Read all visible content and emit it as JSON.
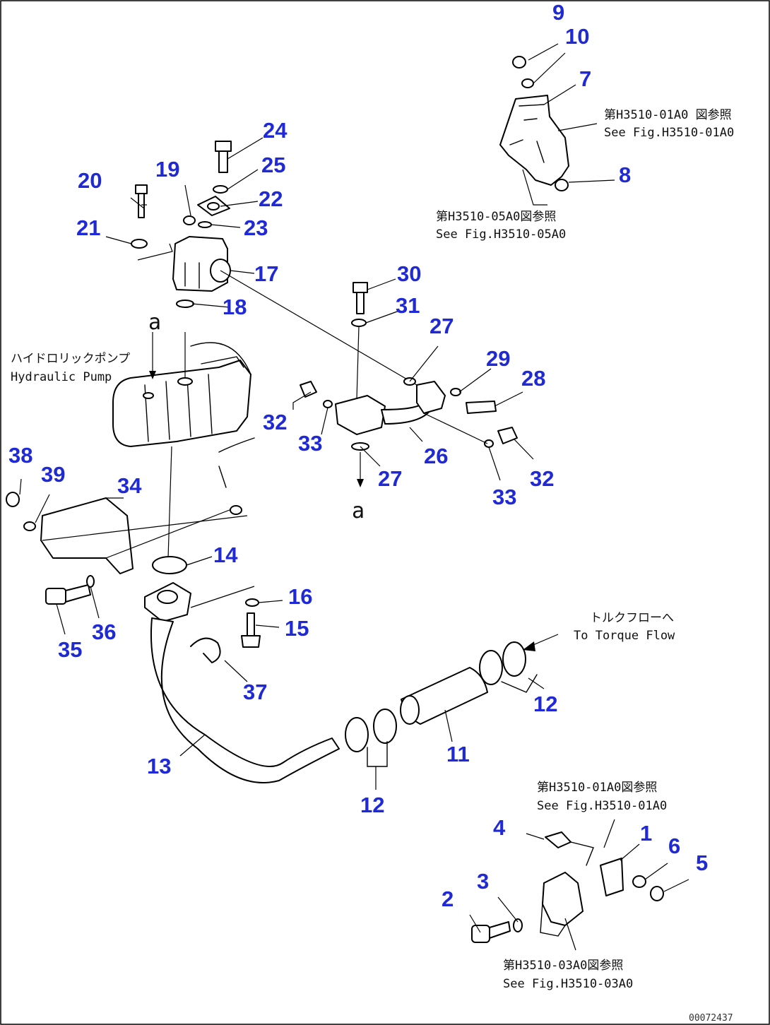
{
  "callouts": {
    "c1": "1",
    "c2": "2",
    "c3": "3",
    "c4": "4",
    "c5": "5",
    "c6": "6",
    "c7": "7",
    "c8": "8",
    "c9": "9",
    "c10": "10",
    "c11": "11",
    "c12a": "12",
    "c12b": "12",
    "c13": "13",
    "c14": "14",
    "c15": "15",
    "c16": "16",
    "c17": "17",
    "c18": "18",
    "c19": "19",
    "c20": "20",
    "c21": "21",
    "c22": "22",
    "c23": "23",
    "c24": "24",
    "c25": "25",
    "c26": "26",
    "c27a": "27",
    "c27b": "27",
    "c28": "28",
    "c29": "29",
    "c30": "30",
    "c31": "31",
    "c32a": "32",
    "c32b": "32",
    "c33a": "33",
    "c33b": "33",
    "c34": "34",
    "c35": "35",
    "c36": "36",
    "c37": "37",
    "c38": "38",
    "c39": "39"
  },
  "notes": {
    "ref_top1_jp": "第H3510-01A0 図参照",
    "ref_top1_en": "See Fig.H3510-01A0",
    "ref_top2_jp": "第H3510-05A0図参照",
    "ref_top2_en": "See Fig.H3510-05A0",
    "pump_jp": "ハイドロリックポンプ",
    "pump_en": "Hydraulic Pump",
    "torque_jp": "トルクフローへ",
    "torque_en": "To Torque Flow",
    "ref_mid_jp": "第H3510-01A0図参照",
    "ref_mid_en": "See Fig.H3510-01A0",
    "ref_bot_jp": "第H3510-03A0図参照",
    "ref_bot_en": "See Fig.H3510-03A0",
    "mark_a_top": "a",
    "mark_a_bottom": "a",
    "drawing_number": "00072437"
  },
  "colors": {
    "callout": "#1f2ad6",
    "line": "#000000",
    "background": "#ffffff"
  }
}
